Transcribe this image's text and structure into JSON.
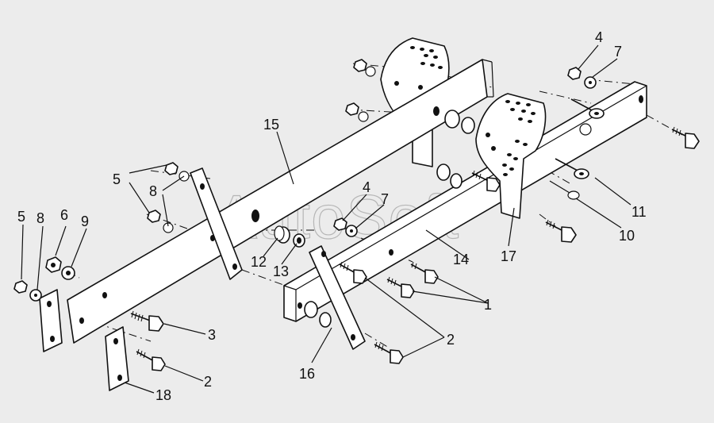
{
  "watermark": "AutoSoft",
  "callouts": {
    "c1": "1",
    "c2a": "2",
    "c2b": "2",
    "c3": "3",
    "c4a": "4",
    "c4b": "4",
    "c5a": "5",
    "c5b": "5",
    "c6": "6",
    "c7a": "7",
    "c7b": "7",
    "c8a": "8",
    "c8b": "8",
    "c9": "9",
    "c10": "10",
    "c11": "11",
    "c12": "12",
    "c13": "13",
    "c14": "14",
    "c15": "15",
    "c16": "16",
    "c17": "17",
    "c18": "18"
  }
}
